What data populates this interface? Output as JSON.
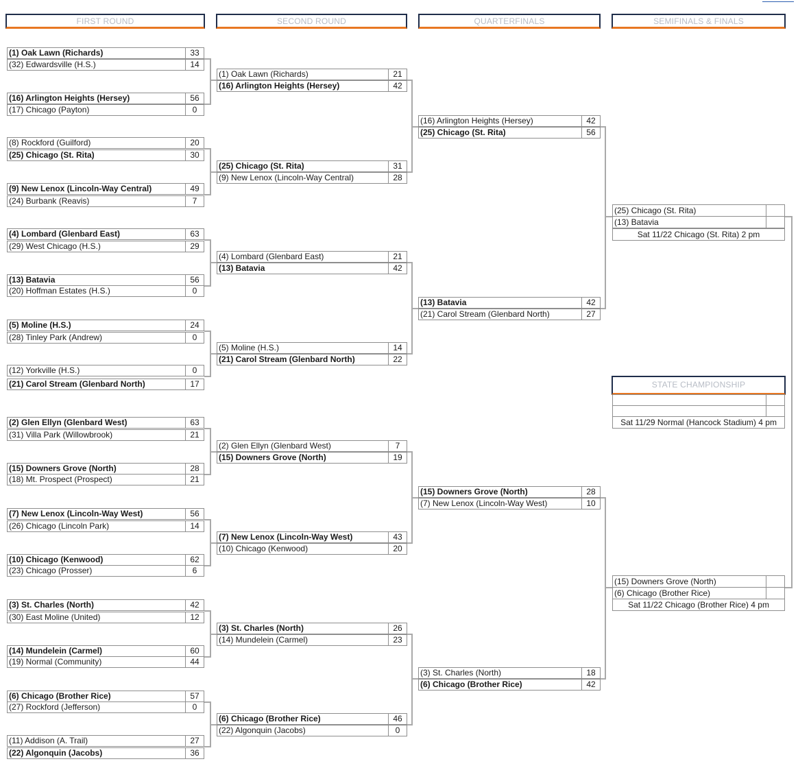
{
  "headers": {
    "first_round": "FIRST ROUND",
    "second_round": "SECOND ROUND",
    "quarterfinals": "QUARTERFINALS",
    "semifinals_finals": "SEMIFINALS & FINALS",
    "state_championship": "STATE CHAMPIONSHIP"
  },
  "first_round": [
    {
      "a": {
        "name": "(1) Oak Lawn (Richards)",
        "score": "33",
        "win": true
      },
      "b": {
        "name": "(32) Edwardsville (H.S.)",
        "score": "14",
        "win": false
      }
    },
    {
      "a": {
        "name": "(16) Arlington Heights (Hersey)",
        "score": "56",
        "win": true
      },
      "b": {
        "name": "(17) Chicago (Payton)",
        "score": "0",
        "win": false
      }
    },
    {
      "a": {
        "name": "(8) Rockford (Guilford)",
        "score": "20",
        "win": false
      },
      "b": {
        "name": "(25) Chicago (St. Rita)",
        "score": "30",
        "win": true
      }
    },
    {
      "a": {
        "name": "(9) New Lenox (Lincoln-Way Central)",
        "score": "49",
        "win": true
      },
      "b": {
        "name": "(24) Burbank (Reavis)",
        "score": "7",
        "win": false
      }
    },
    {
      "a": {
        "name": "(4) Lombard (Glenbard East)",
        "score": "63",
        "win": true
      },
      "b": {
        "name": "(29) West Chicago (H.S.)",
        "score": "29",
        "win": false
      }
    },
    {
      "a": {
        "name": "(13) Batavia",
        "score": "56",
        "win": true
      },
      "b": {
        "name": "(20) Hoffman Estates (H.S.)",
        "score": "0",
        "win": false
      }
    },
    {
      "a": {
        "name": "(5) Moline (H.S.)",
        "score": "24",
        "win": true
      },
      "b": {
        "name": "(28) Tinley Park (Andrew)",
        "score": "0",
        "win": false
      }
    },
    {
      "a": {
        "name": "(12) Yorkville (H.S.)",
        "score": "0",
        "win": false
      },
      "b": {
        "name": "(21) Carol Stream (Glenbard North)",
        "score": "17",
        "win": true
      }
    },
    {
      "a": {
        "name": "(2) Glen Ellyn (Glenbard West)",
        "score": "63",
        "win": true
      },
      "b": {
        "name": "(31) Villa Park (Willowbrook)",
        "score": "21",
        "win": false
      }
    },
    {
      "a": {
        "name": "(15) Downers Grove (North)",
        "score": "28",
        "win": true
      },
      "b": {
        "name": "(18) Mt. Prospect (Prospect)",
        "score": "21",
        "win": false
      }
    },
    {
      "a": {
        "name": "(7) New Lenox (Lincoln-Way West)",
        "score": "56",
        "win": true
      },
      "b": {
        "name": "(26) Chicago (Lincoln Park)",
        "score": "14",
        "win": false
      }
    },
    {
      "a": {
        "name": "(10) Chicago (Kenwood)",
        "score": "62",
        "win": true
      },
      "b": {
        "name": "(23) Chicago (Prosser)",
        "score": "6",
        "win": false
      }
    },
    {
      "a": {
        "name": "(3) St. Charles (North)",
        "score": "42",
        "win": true
      },
      "b": {
        "name": "(30) East Moline (United)",
        "score": "12",
        "win": false
      }
    },
    {
      "a": {
        "name": "(14) Mundelein (Carmel)",
        "score": "60",
        "win": true
      },
      "b": {
        "name": "(19) Normal (Community)",
        "score": "44",
        "win": false
      }
    },
    {
      "a": {
        "name": "(6) Chicago (Brother Rice)",
        "score": "57",
        "win": true
      },
      "b": {
        "name": "(27) Rockford (Jefferson)",
        "score": "0",
        "win": false
      }
    },
    {
      "a": {
        "name": "(11) Addison (A. Trail)",
        "score": "27",
        "win": false
      },
      "b": {
        "name": "(22) Algonquin (Jacobs)",
        "score": "36",
        "win": true
      }
    }
  ],
  "second_round": [
    {
      "a": {
        "name": "(1) Oak Lawn (Richards)",
        "score": "21",
        "win": false
      },
      "b": {
        "name": "(16) Arlington Heights (Hersey)",
        "score": "42",
        "win": true
      }
    },
    {
      "a": {
        "name": "(25) Chicago (St. Rita)",
        "score": "31",
        "win": true
      },
      "b": {
        "name": "(9) New Lenox (Lincoln-Way Central)",
        "score": "28",
        "win": false
      }
    },
    {
      "a": {
        "name": "(4) Lombard (Glenbard East)",
        "score": "21",
        "win": false
      },
      "b": {
        "name": "(13) Batavia",
        "score": "42",
        "win": true
      }
    },
    {
      "a": {
        "name": "(5) Moline (H.S.)",
        "score": "14",
        "win": false
      },
      "b": {
        "name": "(21) Carol Stream (Glenbard North)",
        "score": "22",
        "win": true
      }
    },
    {
      "a": {
        "name": "(2) Glen Ellyn (Glenbard West)",
        "score": "7",
        "win": false
      },
      "b": {
        "name": "(15) Downers Grove (North)",
        "score": "19",
        "win": true
      }
    },
    {
      "a": {
        "name": "(7) New Lenox (Lincoln-Way West)",
        "score": "43",
        "win": true
      },
      "b": {
        "name": "(10) Chicago (Kenwood)",
        "score": "20",
        "win": false
      }
    },
    {
      "a": {
        "name": "(3) St. Charles (North)",
        "score": "26",
        "win": true
      },
      "b": {
        "name": "(14) Mundelein (Carmel)",
        "score": "23",
        "win": false
      }
    },
    {
      "a": {
        "name": "(6) Chicago (Brother Rice)",
        "score": "46",
        "win": true
      },
      "b": {
        "name": "(22) Algonquin (Jacobs)",
        "score": "0",
        "win": false
      }
    }
  ],
  "quarterfinals": [
    {
      "a": {
        "name": "(16) Arlington Heights (Hersey)",
        "score": "42",
        "win": false
      },
      "b": {
        "name": "(25) Chicago (St. Rita)",
        "score": "56",
        "win": true
      }
    },
    {
      "a": {
        "name": "(13) Batavia",
        "score": "42",
        "win": true
      },
      "b": {
        "name": "(21) Carol Stream (Glenbard North)",
        "score": "27",
        "win": false
      }
    },
    {
      "a": {
        "name": "(15) Downers Grove (North)",
        "score": "28",
        "win": true
      },
      "b": {
        "name": "(7) New Lenox (Lincoln-Way West)",
        "score": "10",
        "win": false
      }
    },
    {
      "a": {
        "name": "(3) St. Charles (North)",
        "score": "18",
        "win": false
      },
      "b": {
        "name": "(6) Chicago (Brother Rice)",
        "score": "42",
        "win": true
      }
    }
  ],
  "semifinals": [
    {
      "a": "(25) Chicago (St. Rita)",
      "b": "(13) Batavia",
      "info": "Sat 11/22 Chicago (St. Rita) 2 pm"
    },
    {
      "a": "(15) Downers Grove (North)",
      "b": "(6) Chicago (Brother Rice)",
      "info": "Sat 11/22 Chicago (Brother Rice) 4 pm"
    }
  ],
  "championship": {
    "a": "",
    "b": "",
    "info": "Sat 11/29 Normal (Hancock Stadium) 4 pm"
  }
}
